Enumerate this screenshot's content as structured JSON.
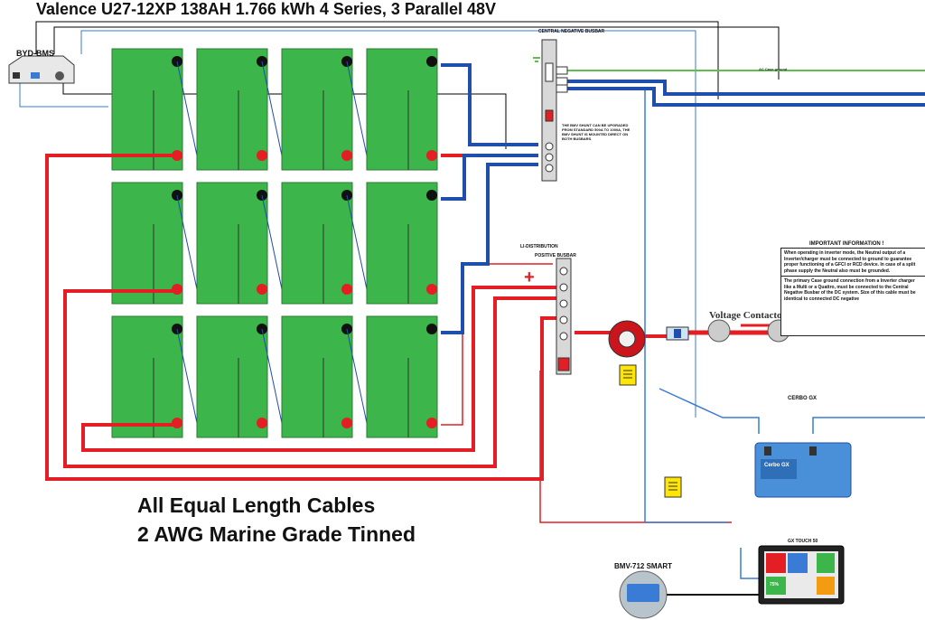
{
  "header": {
    "title": "Valence U27-12XP   138AH   1.766 kWh      4 Series, 3 Parallel  48V"
  },
  "footer": {
    "line1": "All Equal Length Cables",
    "line2": "2 AWG Marine Grade Tinned"
  },
  "components": {
    "bms_label": "BYD-BMS",
    "central_busbar_label": "CENTRAL NEGATIVE BUSBAR",
    "li_distribution_label": "LI-DISTRIBUTION",
    "positive_busbar_label": "POSITIVE BUSBAR",
    "plus_sign": "+",
    "voltage_contactors_label": "Voltage Contactors",
    "cerbo_label": "CERBO GX",
    "gx_touch_label": "GX TOUCH 50",
    "bmv_label": "BMV-712 SMART",
    "shunt_note": "THE BMV SHUNT CAN BE UPGRADED FROM STANDARD 500A TO 1000A, THE BMV SHUNT IS MOUNTED DIRECT ON BOTH BUSBARS.",
    "ground_label": "AC Case ground",
    "cerbo_screen_text": "Cerbo GX",
    "gx_touch_value": "75%"
  },
  "info": {
    "title": "IMPORTANT  INFORMATION !",
    "paragraph1": "When operating in inverter mode, the Neutral output of a Inverter/charger must be connected to ground to guarantee proper functioning of a GFCI or RCD device. In case of a split phase supply the Neutral also must be grounded.",
    "paragraph2": "The primary Case ground connection from a Inverter charger like a Multi or a Quattro, must be connected to the Central Negative Busbar of the DC system. Size of this cable must be identical to connected DC negative"
  },
  "battery_bank": {
    "series": 4,
    "parallel": 3
  },
  "colors": {
    "battery_green": "#3cb54a",
    "positive_red": "#e31e24",
    "negative_blue": "#1f4eab",
    "signal_blue": "#3a7bd5",
    "ground_green": "#5cc04a"
  }
}
